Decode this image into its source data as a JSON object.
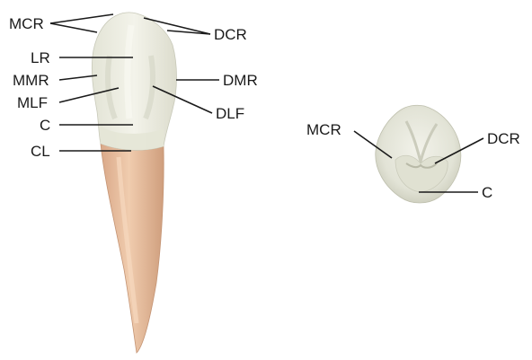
{
  "lingual_view": {
    "labels": {
      "mcr": "MCR",
      "dcr": "DCR",
      "lr": "LR",
      "mmr": "MMR",
      "dmr": "DMR",
      "mlf": "MLF",
      "dlf": "DLF",
      "c": "C",
      "cl": "CL"
    }
  },
  "incisal_view": {
    "labels": {
      "mcr": "MCR",
      "dcr": "DCR",
      "c": "C"
    }
  },
  "colors": {
    "enamel": "#ecece0",
    "enamel_shadow": "#d3d4c4",
    "root": "#e7bf9f",
    "root_shadow": "#c99877",
    "line": "#1a1a1a"
  }
}
